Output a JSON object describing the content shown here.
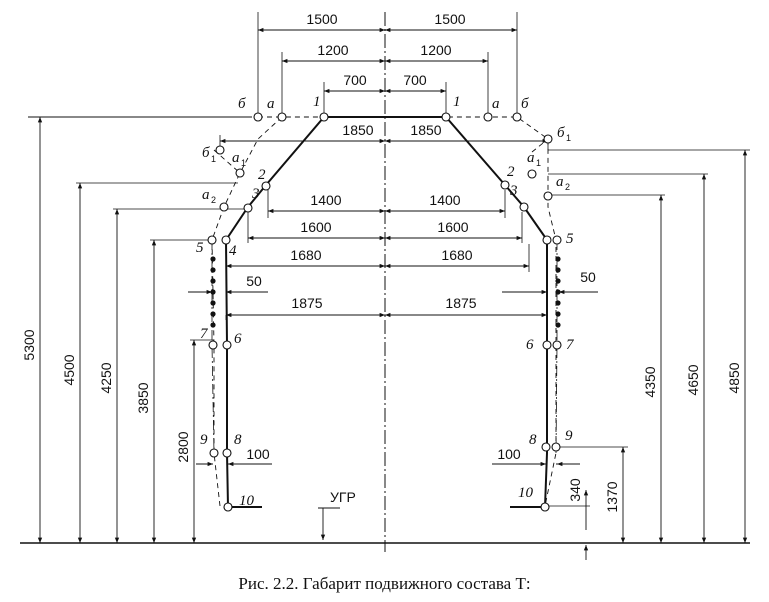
{
  "caption": "Рис. 2.2. Габарит подвижного состава Т:",
  "ugr_label": "УГР",
  "horizontal_dims": {
    "w1500_left": "1500",
    "w1500_right": "1500",
    "w1200_left": "1200",
    "w1200_right": "1200",
    "w700_left": "700",
    "w700_right": "700",
    "w1850_left": "1850",
    "w1850_right": "1850",
    "w1400_left": "1400",
    "w1400_right": "1400",
    "w1600_left": "1600",
    "w1600_right": "1600",
    "w1680_left": "1680",
    "w1680_right": "1680",
    "w50_left": "50",
    "w50_right": "50",
    "w1875_left": "1875",
    "w1875_right": "1875",
    "w100_left": "100",
    "w100_right": "100"
  },
  "vertical_dims": {
    "h5300": "5300",
    "h4500": "4500",
    "h4250": "4250",
    "h3850": "3850",
    "h2800": "2800",
    "h4350": "4350",
    "h4650": "4650",
    "h4850": "4850",
    "h340": "340",
    "h1370": "1370"
  },
  "point_labels": {
    "p1": "1",
    "p2": "2",
    "p3": "3",
    "p4": "4",
    "p5": "5",
    "p6": "6",
    "p7": "7",
    "p8": "8",
    "p9": "9",
    "p10": "10",
    "a": "а",
    "b": "б",
    "a1": "а",
    "a2": "а",
    "b1": "б",
    "sub1": "1",
    "sub2": "2"
  }
}
